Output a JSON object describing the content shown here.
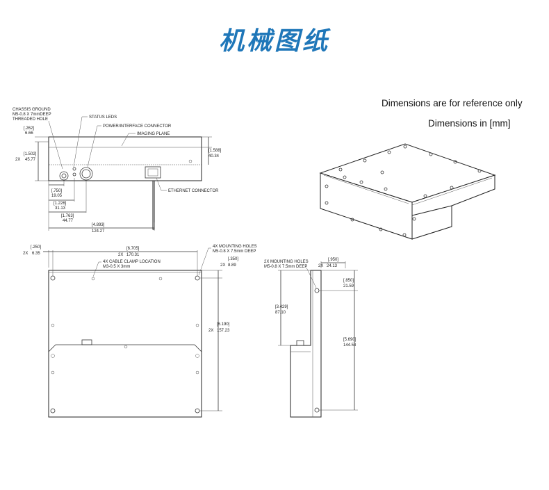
{
  "title": "机械图纸",
  "notes": {
    "reference": "Dimensions are for reference only",
    "units": "Dimensions in [mm]"
  },
  "front_view": {
    "labels": {
      "chassis_ground_1": "CHASSIS GROUND",
      "chassis_ground_2": "M5-0.8 X 7mmDEEP",
      "chassis_ground_3": "THREADED HOLE",
      "status_leds": "STATUS LEDS",
      "power_connector": "POWER/INTERFACE CONNECTOR",
      "imaging_plane": "IMAGING PLANE",
      "ethernet_connector": "ETHERNET CONNECTOR"
    },
    "dims": {
      "d262_in": "[.262]",
      "d262_mm": "6.66",
      "d1502_in": "[1.502]",
      "d1502_mm": "45.77",
      "d1502_prefix": "2X",
      "d1588_in": "[1.588]",
      "d1588_mm": "40.34",
      "d750_in": "[.750]",
      "d750_mm": "19.05",
      "d1226_in": "[1.226]",
      "d1226_mm": "31.13",
      "d1763_in": "[1.763]",
      "d1763_mm": "44.77",
      "d4893_in": "[4.893]",
      "d4893_mm": "124.27"
    }
  },
  "top_view": {
    "labels": {
      "mounting_1": "4X MOUNTING HOLES",
      "mounting_2": "M5-0.8 X 7.5mm DEEP",
      "clamp_1": "4X CABLE CLAMP LOCATION",
      "clamp_2": "M3-0.5 X 3mm"
    },
    "dims": {
      "d250_in": "[.250]",
      "d250_mm": "6.35",
      "d250_prefix": "2X",
      "d6705_in": "[6.705]",
      "d6705_mm": "170.31",
      "d6705_prefix": "2X",
      "d350_in": "[.350]",
      "d350_mm": "8.89",
      "d350_prefix": "2X",
      "d6190_in": "[6.190]",
      "d6190_mm": "157.23",
      "d6190_prefix": "2X"
    }
  },
  "side_view": {
    "labels": {
      "mounting_1": "2X MOUNTING HOLES",
      "mounting_2": "M5-0.8 X 7.5mm DEEP"
    },
    "dims": {
      "d950_in": "[.950]",
      "d950_mm": "24.13",
      "d950_prefix": "2X",
      "d850_in": "[.850]",
      "d850_mm": "21.59",
      "d3429_in": "[3.429]",
      "d3429_mm": "87.10",
      "d5690_in": "[5.690]",
      "d5690_mm": "144.53"
    }
  }
}
